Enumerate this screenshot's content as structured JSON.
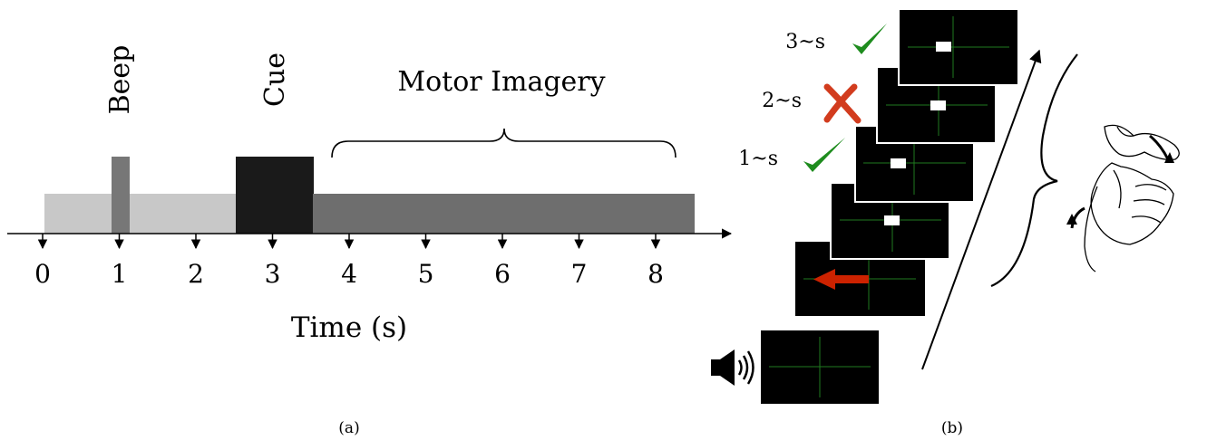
{
  "panel_a": {
    "labels": {
      "beep": "Beep",
      "cue": "Cue",
      "motor_imagery": "Motor Imagery"
    },
    "xlabel": "Time (s)",
    "ticks": [
      "0",
      "1",
      "2",
      "3",
      "4",
      "5",
      "6",
      "7",
      "8"
    ],
    "caption": "(a)",
    "colors": {
      "baseline": "#c8c8c8",
      "beep": "#777777",
      "cue": "#1a1a1a",
      "imagery": "#6e6e6e"
    }
  },
  "panel_b": {
    "feedback": [
      {
        "label": "3~s",
        "mark": "check-icon",
        "color": "#1e8c1e"
      },
      {
        "label": "2~s",
        "mark": "cross-icon",
        "color": "#d23c1e"
      },
      {
        "label": "1~s",
        "mark": "check-icon",
        "color": "#1e8c1e"
      }
    ],
    "cue_arrow_color": "#cc2200",
    "crosshair_color": "#1f7a1f",
    "icons": [
      "speaker-icon",
      "hand-gesture-icon"
    ],
    "caption": "(b)"
  }
}
